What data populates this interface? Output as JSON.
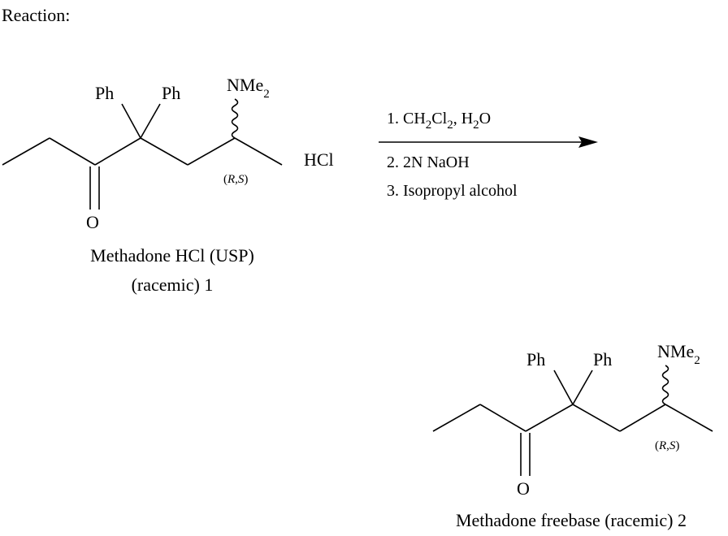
{
  "heading": "Reaction:",
  "compound1": {
    "ph_left": "Ph",
    "ph_right": "Ph",
    "amine": "NMe",
    "amine_sub": "2",
    "stereo_paren_open": "(",
    "stereo_r": "R",
    "stereo_sep": ",",
    "stereo_s": "S",
    "stereo_paren_close": ")",
    "oxygen": "O",
    "salt": "HCl",
    "name_line1": "Methadone HCl (USP)",
    "name_line2": "(racemic) 1"
  },
  "conditions": {
    "step1_prefix": "1. CH",
    "step1_sub1": "2",
    "step1_mid": "Cl",
    "step1_sub2": "2",
    "step1_sep": ", H",
    "step1_sub3": "2",
    "step1_end": "O",
    "step2": "2. 2N NaOH",
    "step3": "3. Isopropyl alcohol"
  },
  "compound2": {
    "ph_left": "Ph",
    "ph_right": "Ph",
    "amine": "NMe",
    "amine_sub": "2",
    "stereo_paren_open": "(",
    "stereo_r": "R",
    "stereo_sep": ",",
    "stereo_s": "S",
    "stereo_paren_close": ")",
    "oxygen": "O",
    "name": "Methadone freebase (racemic) 2"
  }
}
